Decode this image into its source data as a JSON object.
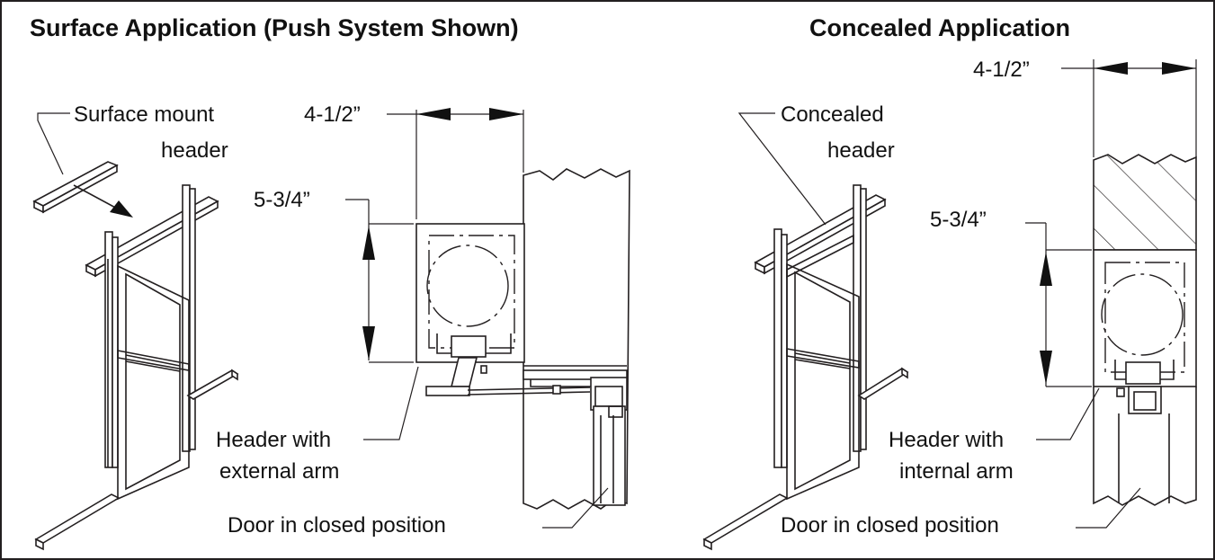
{
  "titles": {
    "left": "Surface Application (Push System Shown)",
    "right": "Concealed Application"
  },
  "left_panel": {
    "header_label_line1": "Surface mount",
    "header_label_line2": "header",
    "width_dim": "4-1/2”",
    "height_dim": "5-3/4”",
    "arm_label_line1": "Header with",
    "arm_label_line2": "external arm",
    "door_label": "Door in closed position"
  },
  "right_panel": {
    "header_label_line1": "Concealed",
    "header_label_line2": "header",
    "width_dim": "4-1/2”",
    "height_dim": "5-3/4”",
    "arm_label_line1": "Header with",
    "arm_label_line2": "internal arm",
    "door_label": "Door in closed position"
  }
}
